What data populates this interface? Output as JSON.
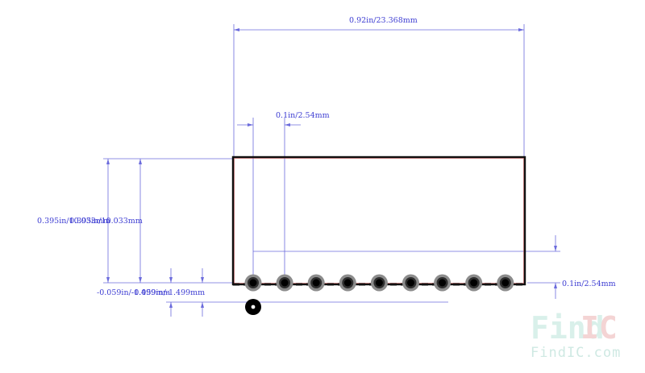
{
  "dimensions": {
    "overall_width": "0.92in/23.368mm",
    "pin_pitch_top": "0.1in/2.54mm",
    "body_height_a": "0.395in/10.033mm",
    "body_height_b": "0.395in/10.033mm",
    "pin_offset": "-0.059in/-1.499mm",
    "pin_offset_b": "-0.059in/-1.499mm",
    "pin_pitch_right": "0.1in/2.54mm"
  },
  "pins": {
    "count": 9
  },
  "colors": {
    "dimension": "#3c3cd2",
    "outline": "#111111",
    "pad": "#8c8c8c"
  },
  "watermark": {
    "logo_find": "Find",
    "logo_ic": "IC",
    "url": "FindIC.com"
  }
}
